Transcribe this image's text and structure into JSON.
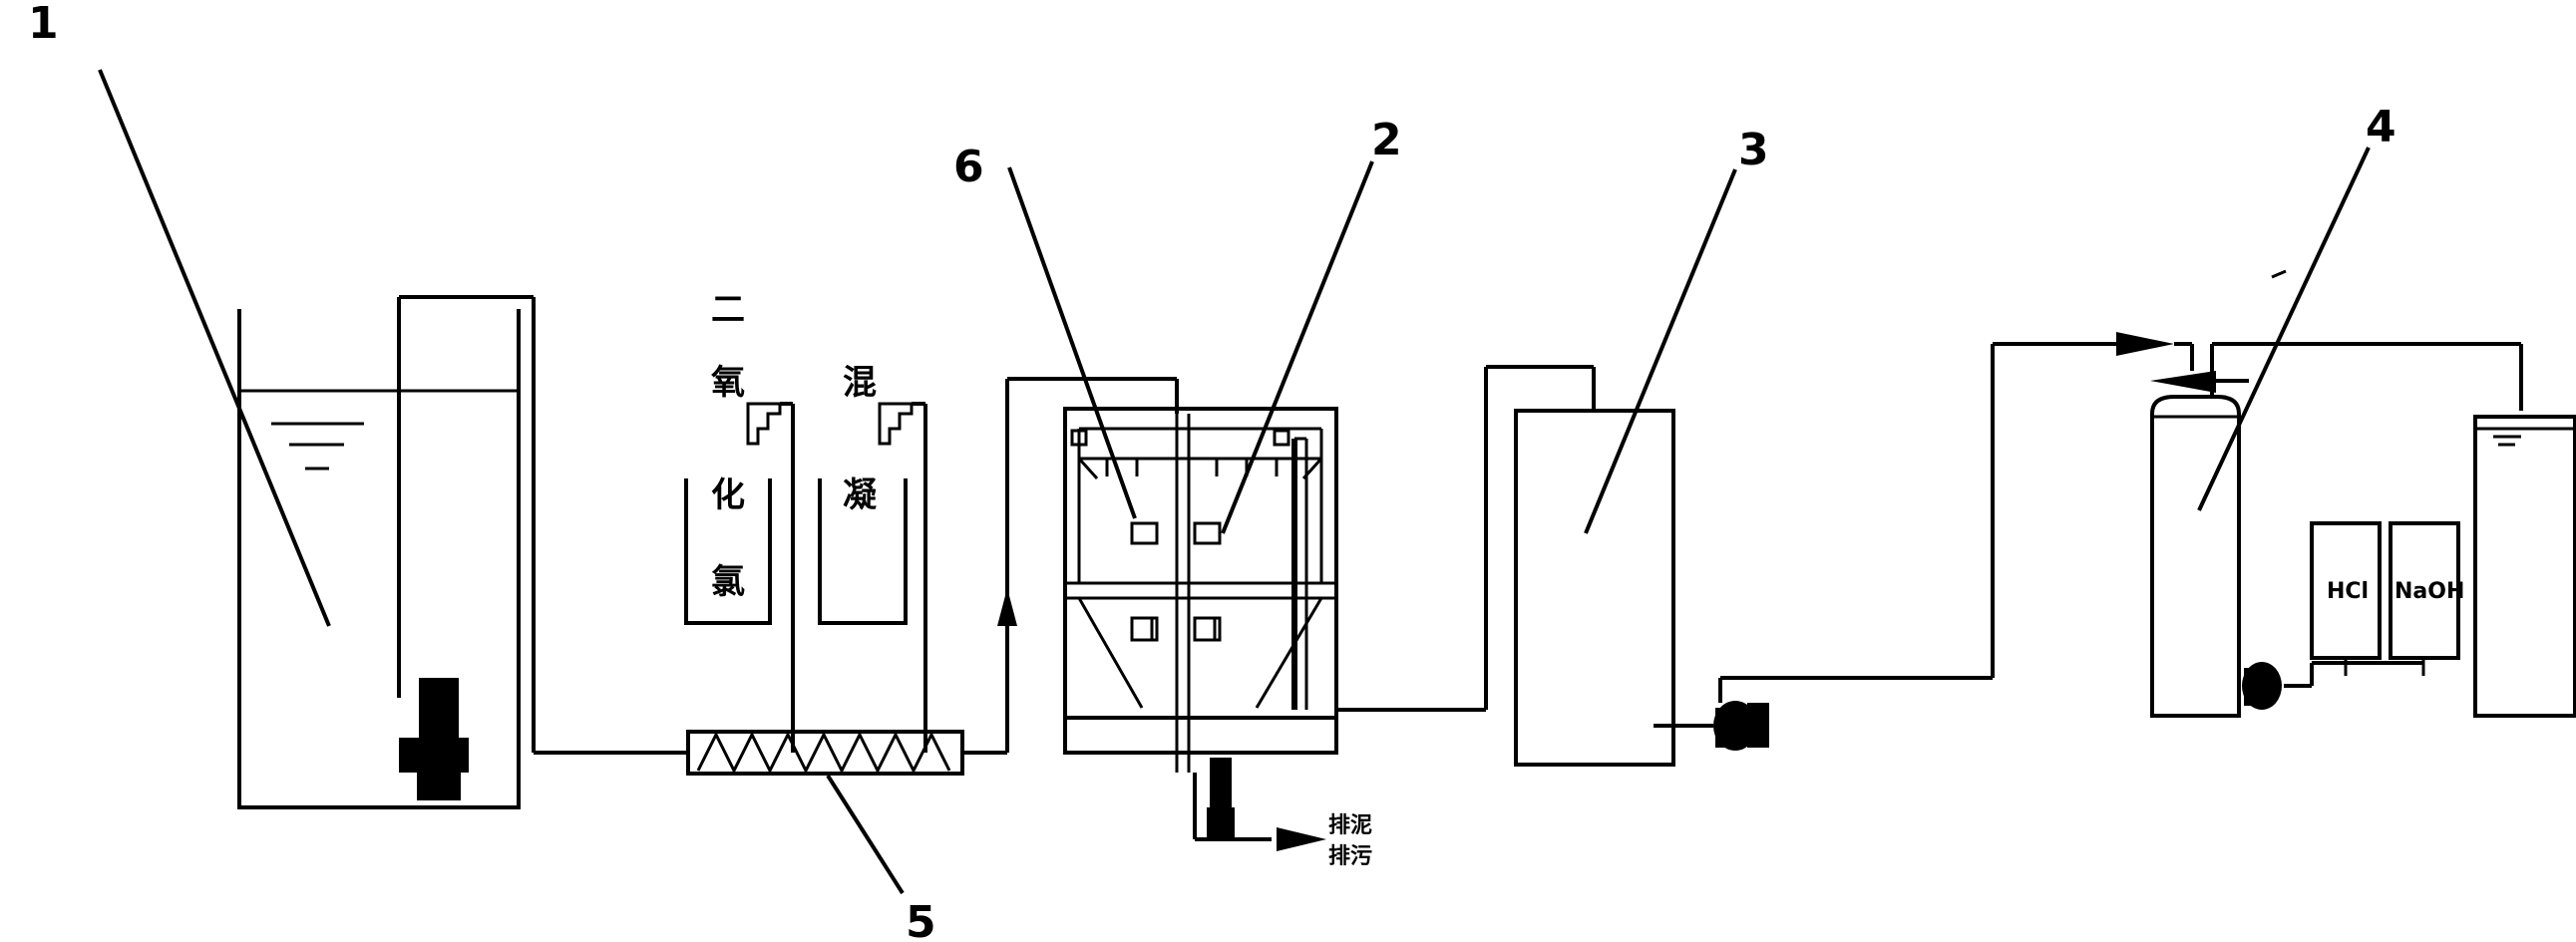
{
  "labels": {
    "l1": "1",
    "l2": "2",
    "l3": "3",
    "l4": "4",
    "l5": "5",
    "l6": "6"
  },
  "tank_a": [
    "二",
    "氧",
    "化",
    "氯"
  ],
  "tank_b": [
    "混",
    "凝"
  ],
  "outlet": [
    "排泥",
    "排污"
  ],
  "chem1": "HCl",
  "chem2": "NaOH"
}
